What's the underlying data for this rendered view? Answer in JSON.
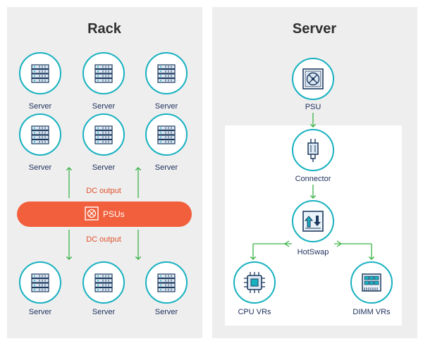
{
  "rack": {
    "title": "Rack",
    "server_label": "Server",
    "dc_output_top": "DC output",
    "dc_output_bottom": "DC output",
    "psu_bar_label": "PSUs"
  },
  "server": {
    "title": "Server",
    "psu_label": "PSU",
    "connector_label": "Connector",
    "hotswap_label": "HotSwap",
    "cpu_vrs_label": "CPU VRs",
    "dimm_vrs_label": "DIMM VRs"
  },
  "colors": {
    "teal": "#17b1c0",
    "arrow_green": "#3db34a",
    "orange": "#f15f3c",
    "label_navy": "#1e2f5c",
    "panel_gray": "#eeeeee"
  }
}
